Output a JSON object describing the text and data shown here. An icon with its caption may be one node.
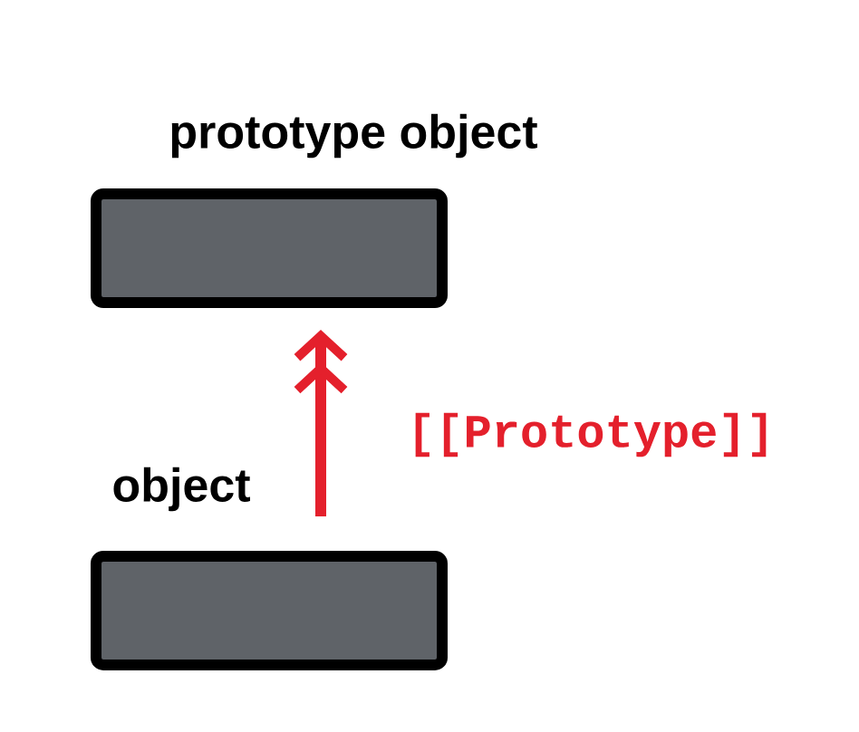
{
  "diagram": {
    "nodes": [
      {
        "text": [
          "prototype object"
        ]
      },
      {
        "text": [
          "object"
        ]
      }
    ],
    "edges": [
      {
        "from": 1,
        "to": 0,
        "arrow": "to",
        "color": "#e4202c",
        "label": "[[Prototype]]"
      }
    ]
  }
}
